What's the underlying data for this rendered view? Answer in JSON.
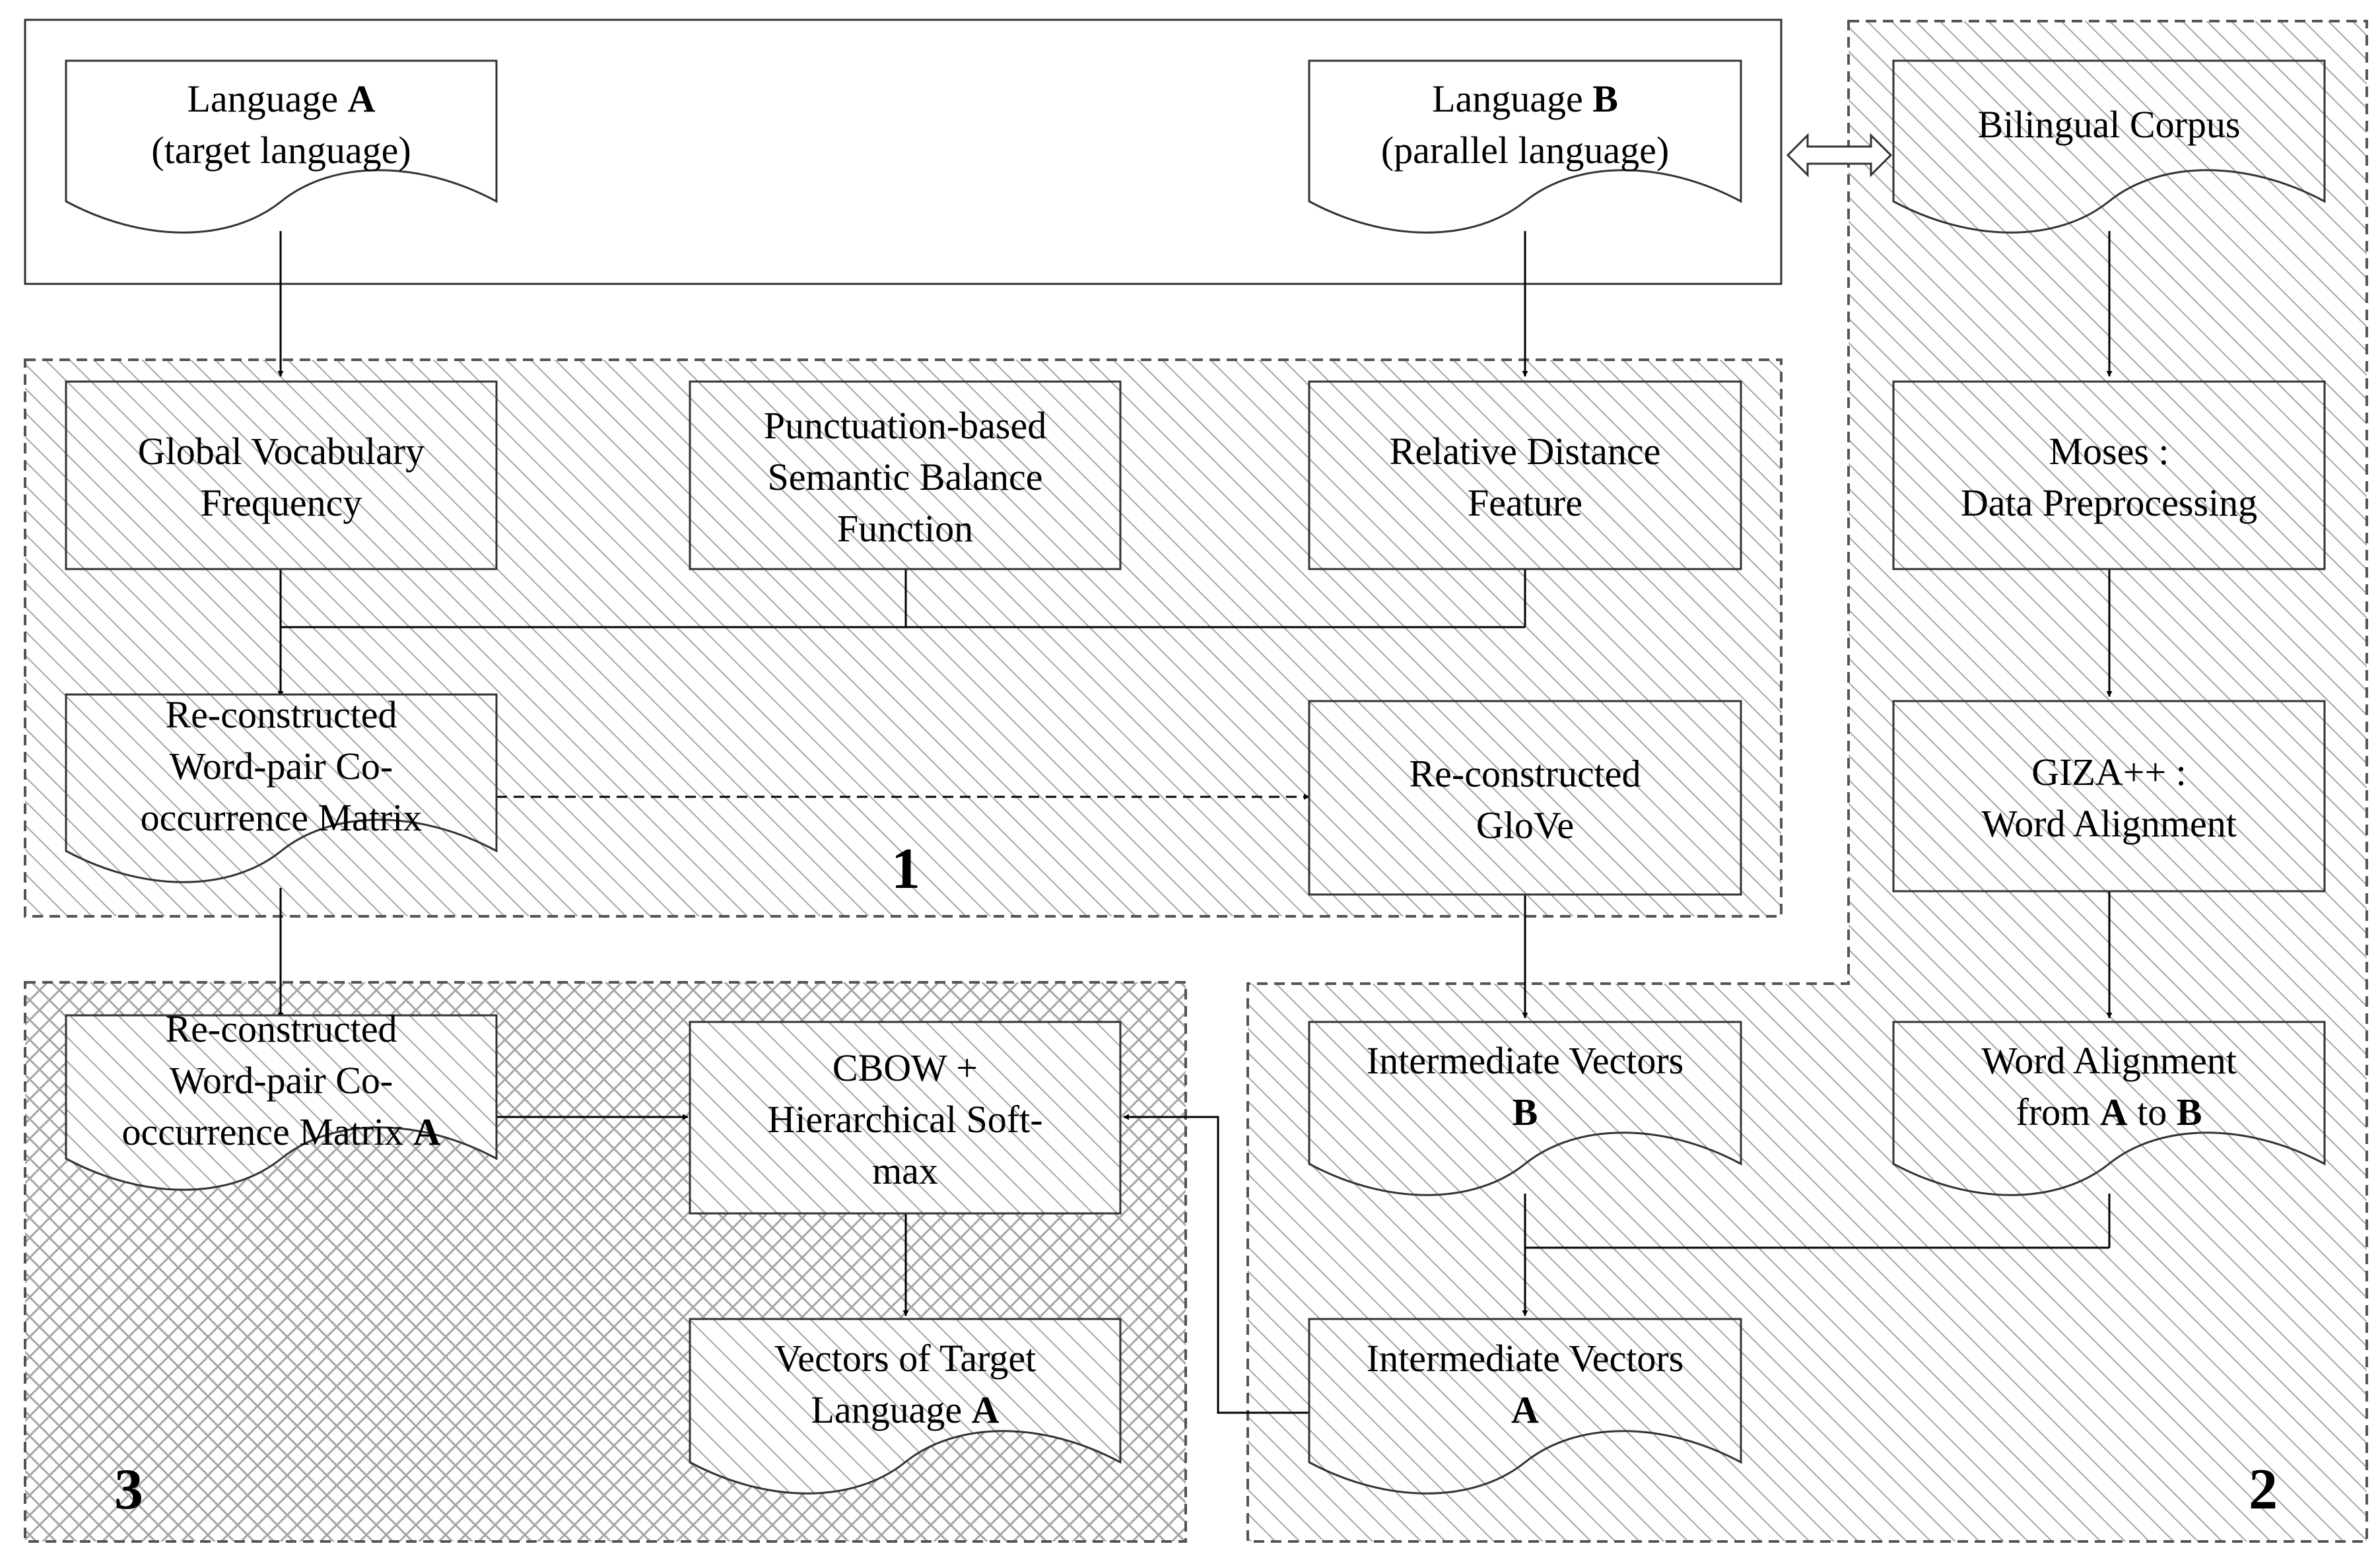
{
  "nodes": {
    "lang_a": {
      "lines": [
        "Language ",
        "(target language)"
      ],
      "bold": [
        "A",
        ""
      ]
    },
    "lang_b": {
      "lines": [
        "Language ",
        "(parallel language)"
      ],
      "bold": [
        "B",
        ""
      ]
    },
    "bilingual": {
      "lines": [
        "Bilingual Corpus"
      ]
    },
    "global_vocab": {
      "lines": [
        "Global Vocabulary",
        "Frequency"
      ]
    },
    "punct": {
      "lines": [
        "Punctuation-based",
        "Semantic Balance",
        "Function"
      ]
    },
    "rel_dist": {
      "lines": [
        "Relative Distance",
        "Feature"
      ]
    },
    "moses": {
      "lines": [
        "Moses :",
        "Data Preprocessing"
      ]
    },
    "recon_matrix": {
      "lines": [
        "Re-constructed",
        "Word-pair Co-",
        "occurrence Matrix"
      ]
    },
    "recon_glove": {
      "lines": [
        "Re-constructed",
        "GloVe"
      ]
    },
    "giza": {
      "lines": [
        "GIZA++ :",
        "Word Alignment"
      ]
    },
    "recon_matrix_a": {
      "lines": [
        "Re-constructed",
        "Word-pair Co-",
        "occurrence Matrix "
      ],
      "bold_suffix": "A"
    },
    "cbow": {
      "lines": [
        "CBOW +",
        "Hierarchical Soft-",
        "max"
      ]
    },
    "inter_b": {
      "lines": [
        "Intermediate Vectors",
        ""
      ],
      "bold_line2": "B"
    },
    "word_align": {
      "lines": [
        "Word Alignment",
        "from "
      ],
      "bold_a": "A",
      "mid": " to ",
      "bold_b": "B"
    },
    "vectors_target": {
      "lines": [
        "Vectors of Target",
        "Language "
      ],
      "bold_suffix": "A"
    },
    "inter_a": {
      "lines": [
        "Intermediate Vectors",
        ""
      ],
      "bold_line2": "A"
    }
  },
  "regions": {
    "r1": "1",
    "r2": "2",
    "r3": "3"
  }
}
